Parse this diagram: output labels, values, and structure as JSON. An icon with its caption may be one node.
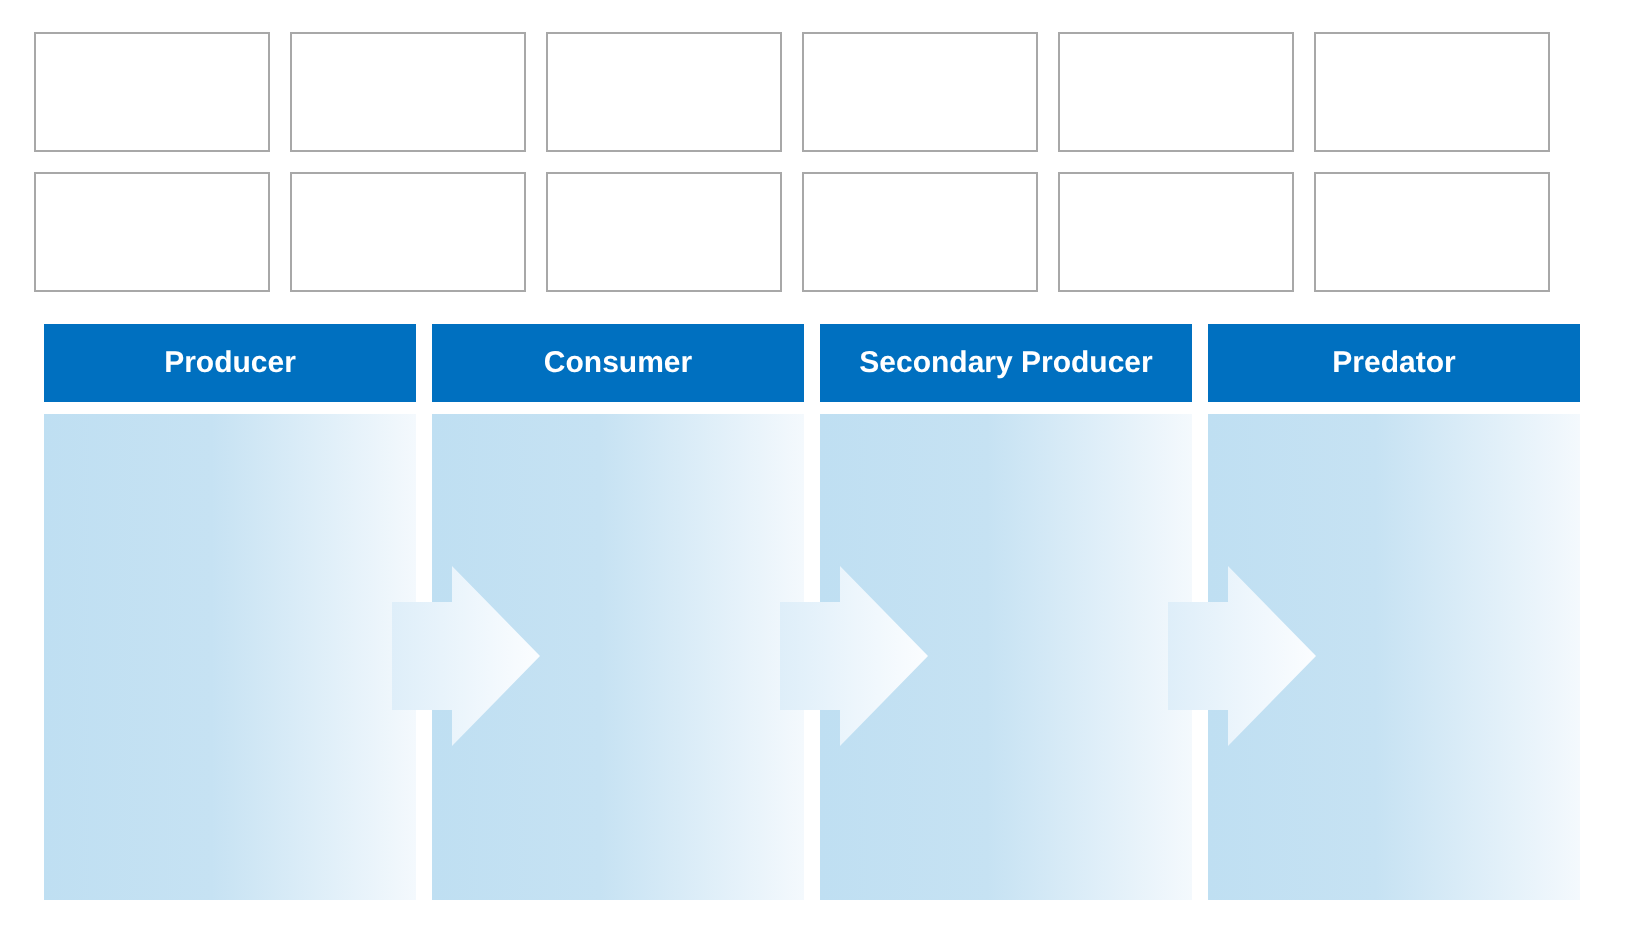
{
  "diagram": {
    "nodes": [
      {
        "text": [],
        "shape": "box"
      },
      {
        "text": [],
        "shape": "box"
      },
      {
        "text": [],
        "shape": "box"
      },
      {
        "text": [],
        "shape": "box"
      },
      {
        "text": [],
        "shape": "box"
      },
      {
        "text": [],
        "shape": "box"
      },
      {
        "text": [],
        "shape": "box"
      },
      {
        "text": [],
        "shape": "box"
      },
      {
        "text": [],
        "shape": "box"
      },
      {
        "text": [],
        "shape": "box"
      },
      {
        "text": [],
        "shape": "box"
      },
      {
        "text": [],
        "shape": "box"
      },
      {
        "text": [
          "Producer"
        ]
      },
      {
        "text": [
          "Consumer"
        ]
      },
      {
        "text": [
          "Secondary Producer"
        ]
      },
      {
        "text": [
          "Predator"
        ]
      }
    ],
    "edges": [
      {
        "from": 12,
        "to": 13,
        "arrow": "to"
      },
      {
        "from": 13,
        "to": 14,
        "arrow": "to"
      },
      {
        "from": 14,
        "to": 15,
        "arrow": "to"
      }
    ]
  }
}
